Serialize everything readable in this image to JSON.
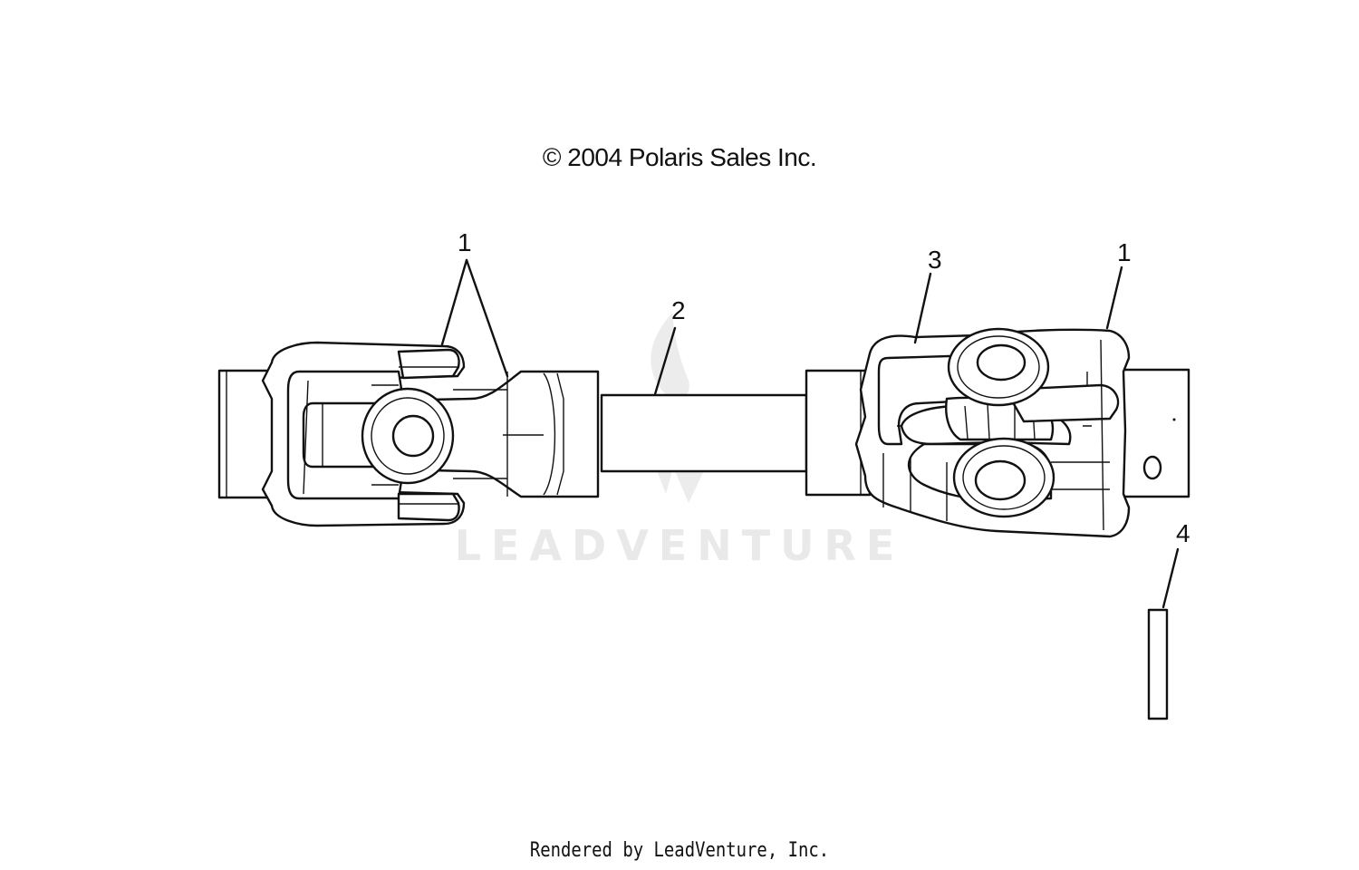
{
  "copyright": "© 2004 Polaris Sales Inc.",
  "footer": "Rendered by LeadVenture, Inc.",
  "watermark": "LEADVENTURE",
  "callouts": [
    {
      "id": "callout-1-left",
      "label": "1"
    },
    {
      "id": "callout-1-right",
      "label": "1"
    },
    {
      "id": "callout-2",
      "label": "2"
    },
    {
      "id": "callout-3",
      "label": "3"
    },
    {
      "id": "callout-4",
      "label": "4"
    }
  ],
  "colors": {
    "line": "#111111",
    "watermark": "#e9e9e9"
  }
}
